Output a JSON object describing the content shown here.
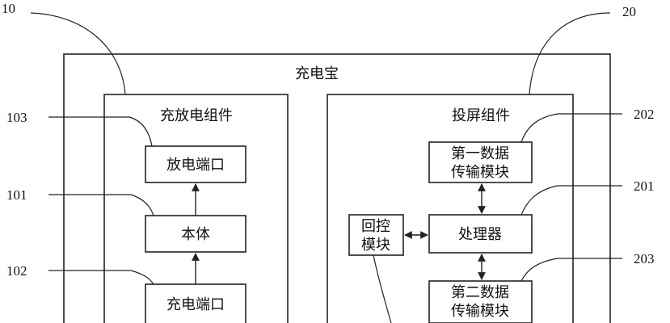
{
  "container": {
    "label": "充电宝"
  },
  "groups": {
    "charge": {
      "label": "充放电组件",
      "discharge_port": "放电端口",
      "body": "本体",
      "charge_port": "充电端口"
    },
    "projection": {
      "label": "投屏组件",
      "first_transfer": [
        "第一数据",
        "传输模块"
      ],
      "processor": "处理器",
      "return_control": [
        "回控",
        "模块"
      ],
      "second_transfer": [
        "第二数据",
        "传输模块"
      ]
    }
  },
  "refs": {
    "r10": "10",
    "r20": "20",
    "r103": "103",
    "r101": "101",
    "r102": "102",
    "r202": "202",
    "r201": "201",
    "r203": "203"
  }
}
